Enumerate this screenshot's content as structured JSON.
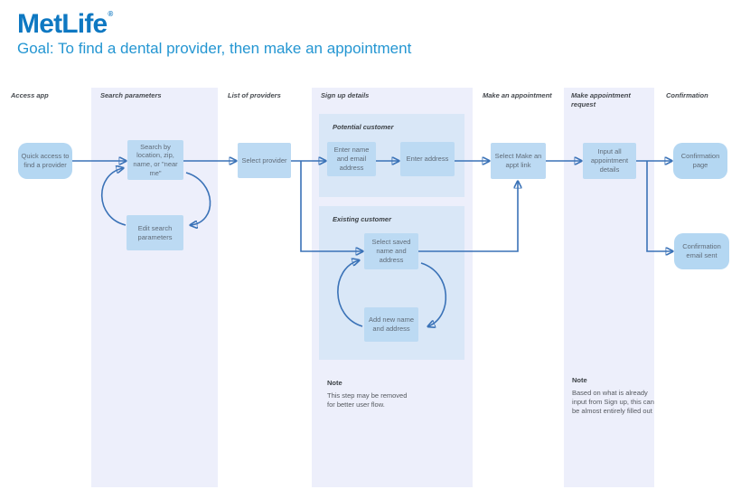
{
  "brand": {
    "name": "MetLife",
    "registered": "®"
  },
  "goal_title": "Goal: To find a dental provider, then make an appointment",
  "columns": [
    {
      "label": "Access app"
    },
    {
      "label": "Search parameters"
    },
    {
      "label": "List of providers"
    },
    {
      "label": "Sign up details"
    },
    {
      "label": "Make an appointment"
    },
    {
      "label": "Make appointment request"
    },
    {
      "label": "Confirmation"
    }
  ],
  "groups": {
    "potential_customer": "Potential customer",
    "existing_customer": "Existing customer"
  },
  "nodes": {
    "quick_access": "Quick access to find a provider",
    "search_by": "Search by location, zip, name, or \"near me\"",
    "edit_search": "Edit search parameters",
    "select_provider": "Select provider",
    "enter_name_email": "Enter name and email address",
    "enter_address": "Enter address",
    "select_saved": "Select saved name and address",
    "add_new": "Add new name and address",
    "select_make_appt": "Select Make an appt link",
    "input_all": "Input all appointment details",
    "confirmation_page": "Confirmation page",
    "confirmation_email": "Confirmation email sent"
  },
  "notes": [
    {
      "title": "Note",
      "body": "This step may be removed for better user flow."
    },
    {
      "title": "Note",
      "body": "Based on what is already input from Sign up, this can be almost entirely filled out"
    }
  ],
  "colors": {
    "logo_blue": "#0e78c2",
    "goal_blue": "#2496d2",
    "lane_lavender": "#edeffb",
    "panel_blue": "#d9e7f7",
    "node_blue": "#bcdaf3",
    "connector_blue": "#3a72b7"
  }
}
